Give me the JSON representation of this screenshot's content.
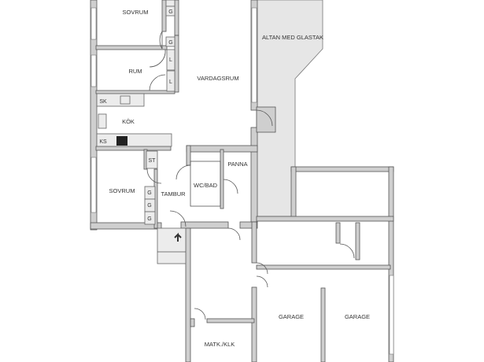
{
  "rooms": {
    "bedroom_top": "SOVRUM",
    "room": "RUM",
    "living": "VARDAGSRUM",
    "terrace": "ALTAN MED GLASTAK",
    "kitchen": "KÖK",
    "bedroom_bottom": "SOVRUM",
    "entrance": "TAMBUR",
    "bathroom": "WC/BAD",
    "boiler": "PANNA",
    "garage_left": "GARAGE",
    "garage_right": "GARAGE",
    "storage": "MATK./KLK"
  },
  "fixtures": {
    "sink": "SK",
    "fridge_freezer": "KS",
    "closet_st": "ST",
    "wardrobe_g": "G",
    "linen_l": "L"
  },
  "colors": {
    "wall": "#cfcfcf",
    "terrace": "#e6e6e6",
    "line": "#555555"
  }
}
